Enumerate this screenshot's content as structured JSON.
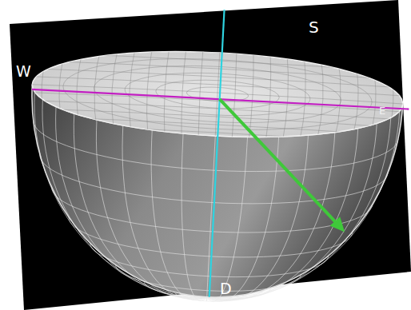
{
  "diagram": {
    "labels": [
      "W",
      "S",
      "D",
      "E"
    ]
  }
}
